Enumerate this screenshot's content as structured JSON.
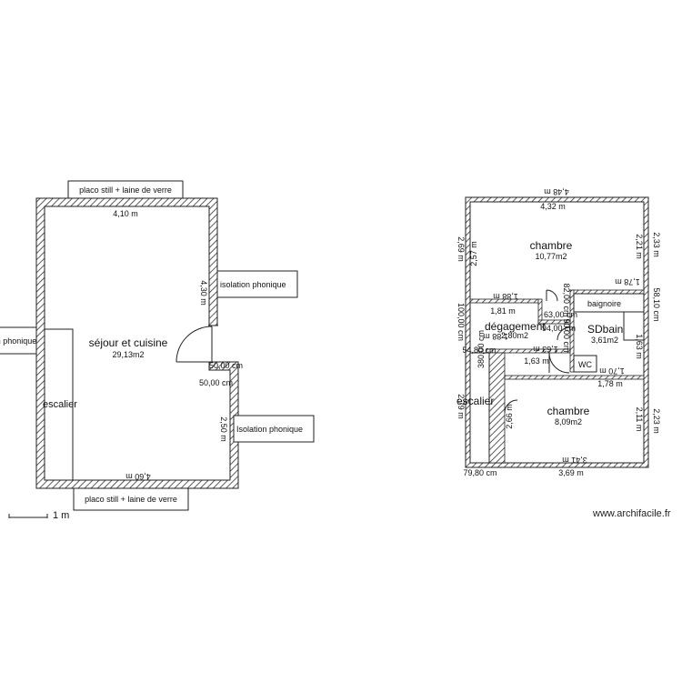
{
  "colors": {
    "wall_line": "#222222",
    "hatch": "#333333",
    "background": "#ffffff"
  },
  "plan_left": {
    "room_name": "séjour et cuisine",
    "room_area": "29,13m2",
    "stair_label": "escalier",
    "dims": {
      "top_width": "4,10 m",
      "right_upper": "4,30 m",
      "step_a": "50,00 cm",
      "step_b": "50,00 cm",
      "right_lower": "2,50 m",
      "bottom_width": "4,60 m"
    },
    "notes": {
      "top": "placo still + laine de verre",
      "right_upper": "isolation phonique",
      "left": "isolation phonique",
      "right_lower": "Isolation phonique",
      "bottom": "placo still + laine de verre"
    }
  },
  "plan_right": {
    "rooms": {
      "bedroom_top": {
        "name": "chambre",
        "area": "10,77m2"
      },
      "bathtub": {
        "name": "baignoire"
      },
      "landing": {
        "name": "dégagement",
        "area": "2,80m2"
      },
      "bathroom": {
        "name": "SDbain",
        "area": "3,61m2"
      },
      "wc": {
        "name": "WC"
      },
      "stairs": {
        "name": "escalier"
      },
      "bedroom_bottom": {
        "name": "chambre",
        "area": "8,09m2"
      }
    },
    "dims": {
      "outer_top": "4,48 m",
      "inner_top": "4,32 m",
      "left_outer": "2,69 m",
      "left_inner": "2,57 m",
      "right_inner": "2,21 m",
      "right_outer": "2,33 m",
      "mid_a": "1,88 m",
      "mid_b": "1,81 m",
      "mid_c": "1,78 m",
      "left_100": "100,00 cm",
      "right_58": "58,10 cm",
      "v_82": "82,00 cm",
      "v_90": "90,00 cm",
      "h_63": "63,00 cm",
      "h_94": "94,00 cm",
      "h_188": "1,88 m",
      "h_163_a": "1,63 m",
      "h_163_b": "1,63 m",
      "v_163": "1,63 m",
      "h_170": "1,70 m",
      "h_178": "1,78 m",
      "v_380": "380,00 cm",
      "w_5480": "54,80 cm",
      "v_266": "2,66 m",
      "v_279": "2,79 m",
      "right_lower_a": "2,11 m",
      "right_lower_b": "2,23 m",
      "bottom_outer": "3,41 m",
      "bottom_inner": "3,69 m",
      "bottom_left": "79,80 cm"
    }
  },
  "scale_label": "1 m",
  "credit": "www.archifacile.fr"
}
